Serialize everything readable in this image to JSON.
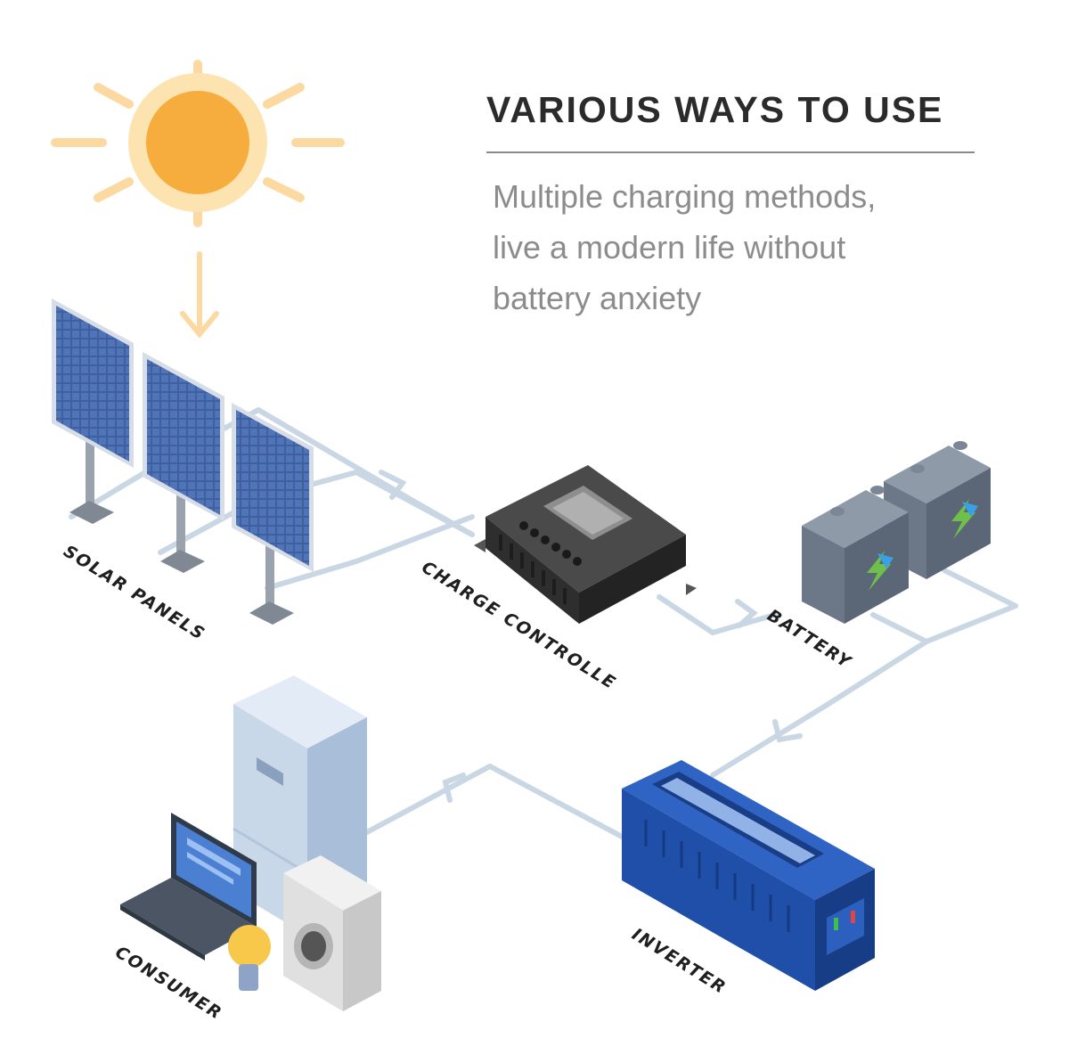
{
  "header": {
    "title": "VARIOUS WAYS TO USE",
    "subtitle_lines": [
      "Multiple charging methods,",
      "live a modern life without",
      "battery anxiety"
    ]
  },
  "labels": {
    "solar_panels": "SOLAR PANELS",
    "charge_controller": "CHARGE CONTROLLE",
    "battery": "BATTERY",
    "inverter": "INVERTER",
    "consumer": "CONSUMER"
  },
  "colors": {
    "sun": "#f5a623",
    "wire": "#c6d4e3",
    "panel": "#3d5a9a",
    "inverter": "#1f4fa8",
    "battery": "#5f6b7a"
  }
}
